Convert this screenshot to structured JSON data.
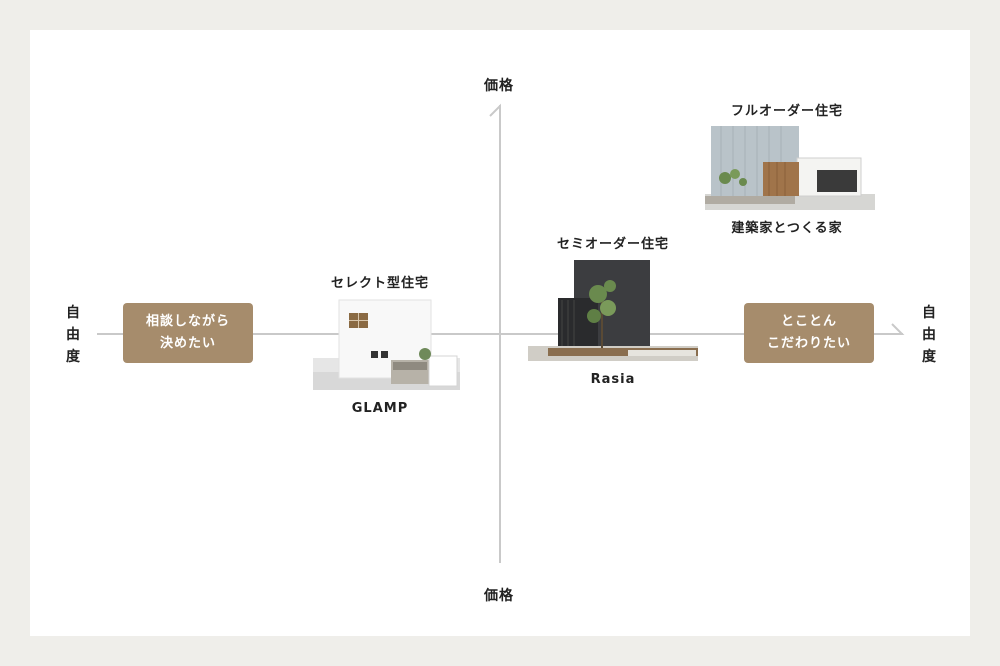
{
  "axes": {
    "price_top": "価格",
    "price_bottom": "価格",
    "freedom_left": [
      "自",
      "由",
      "度"
    ],
    "freedom_right": [
      "自",
      "由",
      "度"
    ]
  },
  "left_pill": {
    "line1": "相談しながら",
    "line2": "決めたい"
  },
  "right_pill": {
    "line1": "とことん",
    "line2": "こだわりたい"
  },
  "items": {
    "select": {
      "category": "セレクト型住宅",
      "name": "GLAMP"
    },
    "semi": {
      "category": "セミオーダー住宅",
      "name": "Rasia"
    },
    "full": {
      "category": "フルオーダー住宅",
      "name": "建築家とつくる家"
    }
  },
  "colors": {
    "accent": "#a68c6c",
    "axis": "#c9c9c9",
    "background": "#efeeea",
    "panel": "#ffffff"
  },
  "icons": [
    "arrow-up-icon",
    "arrow-right-icon"
  ]
}
